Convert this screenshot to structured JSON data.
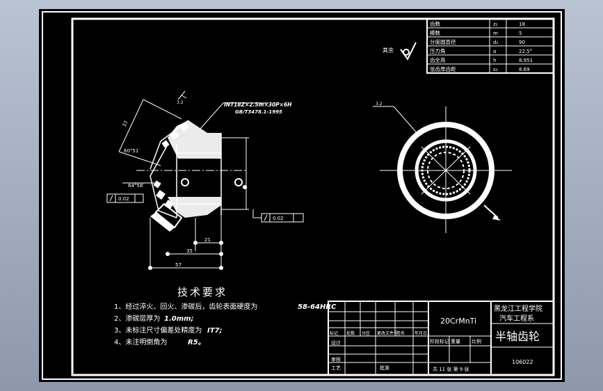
{
  "params_table": [
    {
      "label": "齿数",
      "symbol": "z₂",
      "value": "18"
    },
    {
      "label": "模数",
      "symbol": "m",
      "value": "5"
    },
    {
      "label": "分度圆直径",
      "symbol": "d₂",
      "value": "90"
    },
    {
      "label": "压力角",
      "symbol": "α",
      "value": "22.5°"
    },
    {
      "label": "齿全高",
      "symbol": "h",
      "value": "8.951"
    },
    {
      "label": "弦齿厚齿距",
      "symbol": "s₂",
      "value": "8.69"
    }
  ],
  "roughness_rest": "其余",
  "spline_note_line1": "INT18Z×2.5m×30P×6H",
  "spline_note_line2": "GB/T3478.1-1995",
  "dims": {
    "d37": "37",
    "d60": "60°51′",
    "d64": "64°58′",
    "d21": "21",
    "d35": "35",
    "d57": "57",
    "tol_left": "0.02",
    "tol_right": "0.02",
    "roughness_top": "3.2",
    "roughness_side": "3.2"
  },
  "tech_title": "技术要求",
  "tech_req": [
    "1、经过淬火、回火、渗碳后，齿轮表面硬度为",
    "2、渗碳层厚为",
    "3、未标注尺寸偏差处精度为",
    "4、未注明倒角为"
  ],
  "tech_req_values": [
    "58-64HRC",
    "1.0mm;",
    "IT7;",
    "R5。"
  ],
  "title_block": {
    "material": "20CrMnTi",
    "school": "黑龙江工程学院",
    "dept": "汽车工程系",
    "part_name": "半轴齿轮",
    "drawing_no": "106022",
    "sheets": "共 11 张  第 9 张",
    "rev_cells": [
      "标记",
      "处数",
      "分区",
      "更改文件号",
      "签名",
      "年月日"
    ],
    "role_design": "设计",
    "role_check": "审核",
    "role_process": "工艺",
    "role_approve": "批准",
    "stage_label": "阶段标记",
    "weight_label": "重量",
    "scale_label": "比例"
  }
}
